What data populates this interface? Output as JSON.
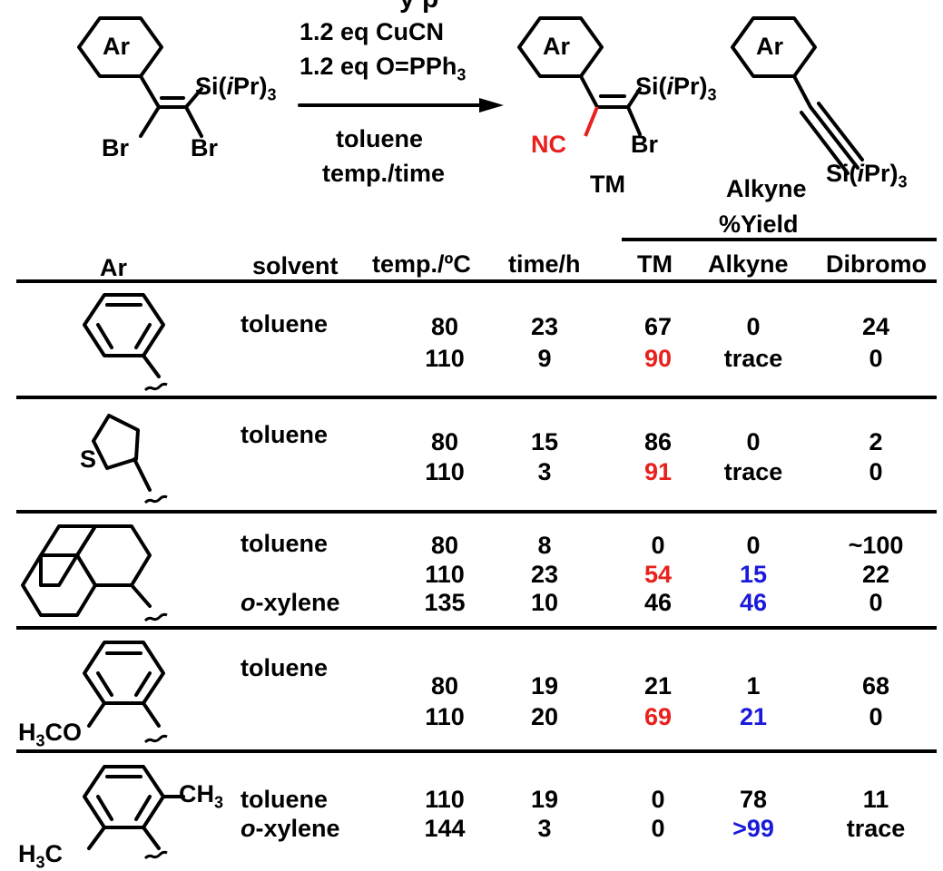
{
  "title_fragment": "y     p",
  "reagents": {
    "line1": "1.2 eq CuCN",
    "line2": "1.2 eq O=PPh",
    "line2_sub": "3",
    "solvent": "toluene",
    "conditions": "temp./time"
  },
  "scheme_labels": {
    "ar": "Ar",
    "br": "Br",
    "nc": "NC",
    "si_prefix": "Si(",
    "si_italic": "i",
    "si_suffix": "Pr)",
    "si_sub": "3",
    "tm": "TM",
    "alkyne": "Alkyne"
  },
  "table": {
    "group_header": "%Yield",
    "headers": {
      "ar": "Ar",
      "solvent": "solvent",
      "temp": "temp./ºC",
      "time": "time/h",
      "tm": "TM",
      "alkyne": "Alkyne",
      "dibromo": "Dibromo"
    },
    "substituent_labels": {
      "s": "S",
      "h3co": "H",
      "h3co_sub": "3",
      "h3co_tail": "CO",
      "ch3": "CH",
      "ch3_sub": "3",
      "h3c": "H",
      "h3c_sub": "3",
      "h3c_tail": "C"
    },
    "rows": [
      {
        "solvent": "toluene",
        "temp": "80",
        "time": "23",
        "tm": "67",
        "alkyne": "0",
        "dibromo": "24"
      },
      {
        "solvent": "",
        "temp": "110",
        "time": "9",
        "tm": "90",
        "alkyne": "trace",
        "dibromo": "0"
      },
      {
        "solvent": "toluene",
        "temp": "80",
        "time": "15",
        "tm": "86",
        "alkyne": "0",
        "dibromo": "2"
      },
      {
        "solvent": "",
        "temp": "110",
        "time": "3",
        "tm": "91",
        "alkyne": "trace",
        "dibromo": "0"
      },
      {
        "solvent": "toluene",
        "temp": "80",
        "time": "8",
        "tm": "0",
        "alkyne": "0",
        "dibromo": "~100"
      },
      {
        "solvent": "",
        "temp": "110",
        "time": "23",
        "tm": "54",
        "alkyne": "15",
        "dibromo": "22"
      },
      {
        "solvent_italic": "o",
        "solvent": "-xylene",
        "temp": "135",
        "time": "10",
        "tm": "46",
        "alkyne": "46",
        "dibromo": "0"
      },
      {
        "solvent": "toluene",
        "temp": "80",
        "time": "19",
        "tm": "21",
        "alkyne": "1",
        "dibromo": "68"
      },
      {
        "solvent": "",
        "temp": "110",
        "time": "20",
        "tm": "69",
        "alkyne": "21",
        "dibromo": "0"
      },
      {
        "solvent": "toluene",
        "temp": "110",
        "time": "19",
        "tm": "0",
        "alkyne": "78",
        "dibromo": "11"
      },
      {
        "solvent_italic": "o",
        "solvent": "-xylene",
        "temp": "144",
        "time": "3",
        "tm": "0",
        "alkyne": ">99",
        "dibromo": "trace"
      }
    ]
  },
  "colors": {
    "highlight_tm": "#e8211d",
    "highlight_alkyne": "#1a1adb",
    "ink": "#000000"
  }
}
